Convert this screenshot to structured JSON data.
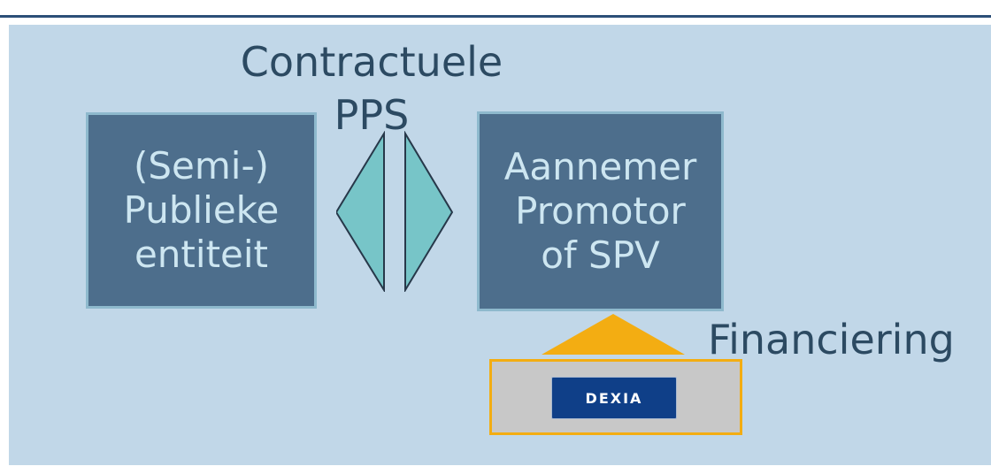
{
  "caption": {
    "line1": "Contractuele",
    "line2": "PPS"
  },
  "left_box": {
    "line1": "(Semi-)",
    "line2": "Publieke",
    "line3": "entiteit"
  },
  "right_box": {
    "line1": "Aannemer",
    "line2": "Promotor",
    "line3": "of SPV"
  },
  "financing": {
    "label": "Financiering",
    "bank_logo_text": "DEXIA"
  },
  "colors": {
    "panel": "#c1d7e8",
    "box_fill": "#4d6e8c",
    "box_text": "#cde6f1",
    "arrow": "#77c5c8",
    "financing_triangle": "#f3ad12",
    "bank_logo": "#0f3f88"
  }
}
